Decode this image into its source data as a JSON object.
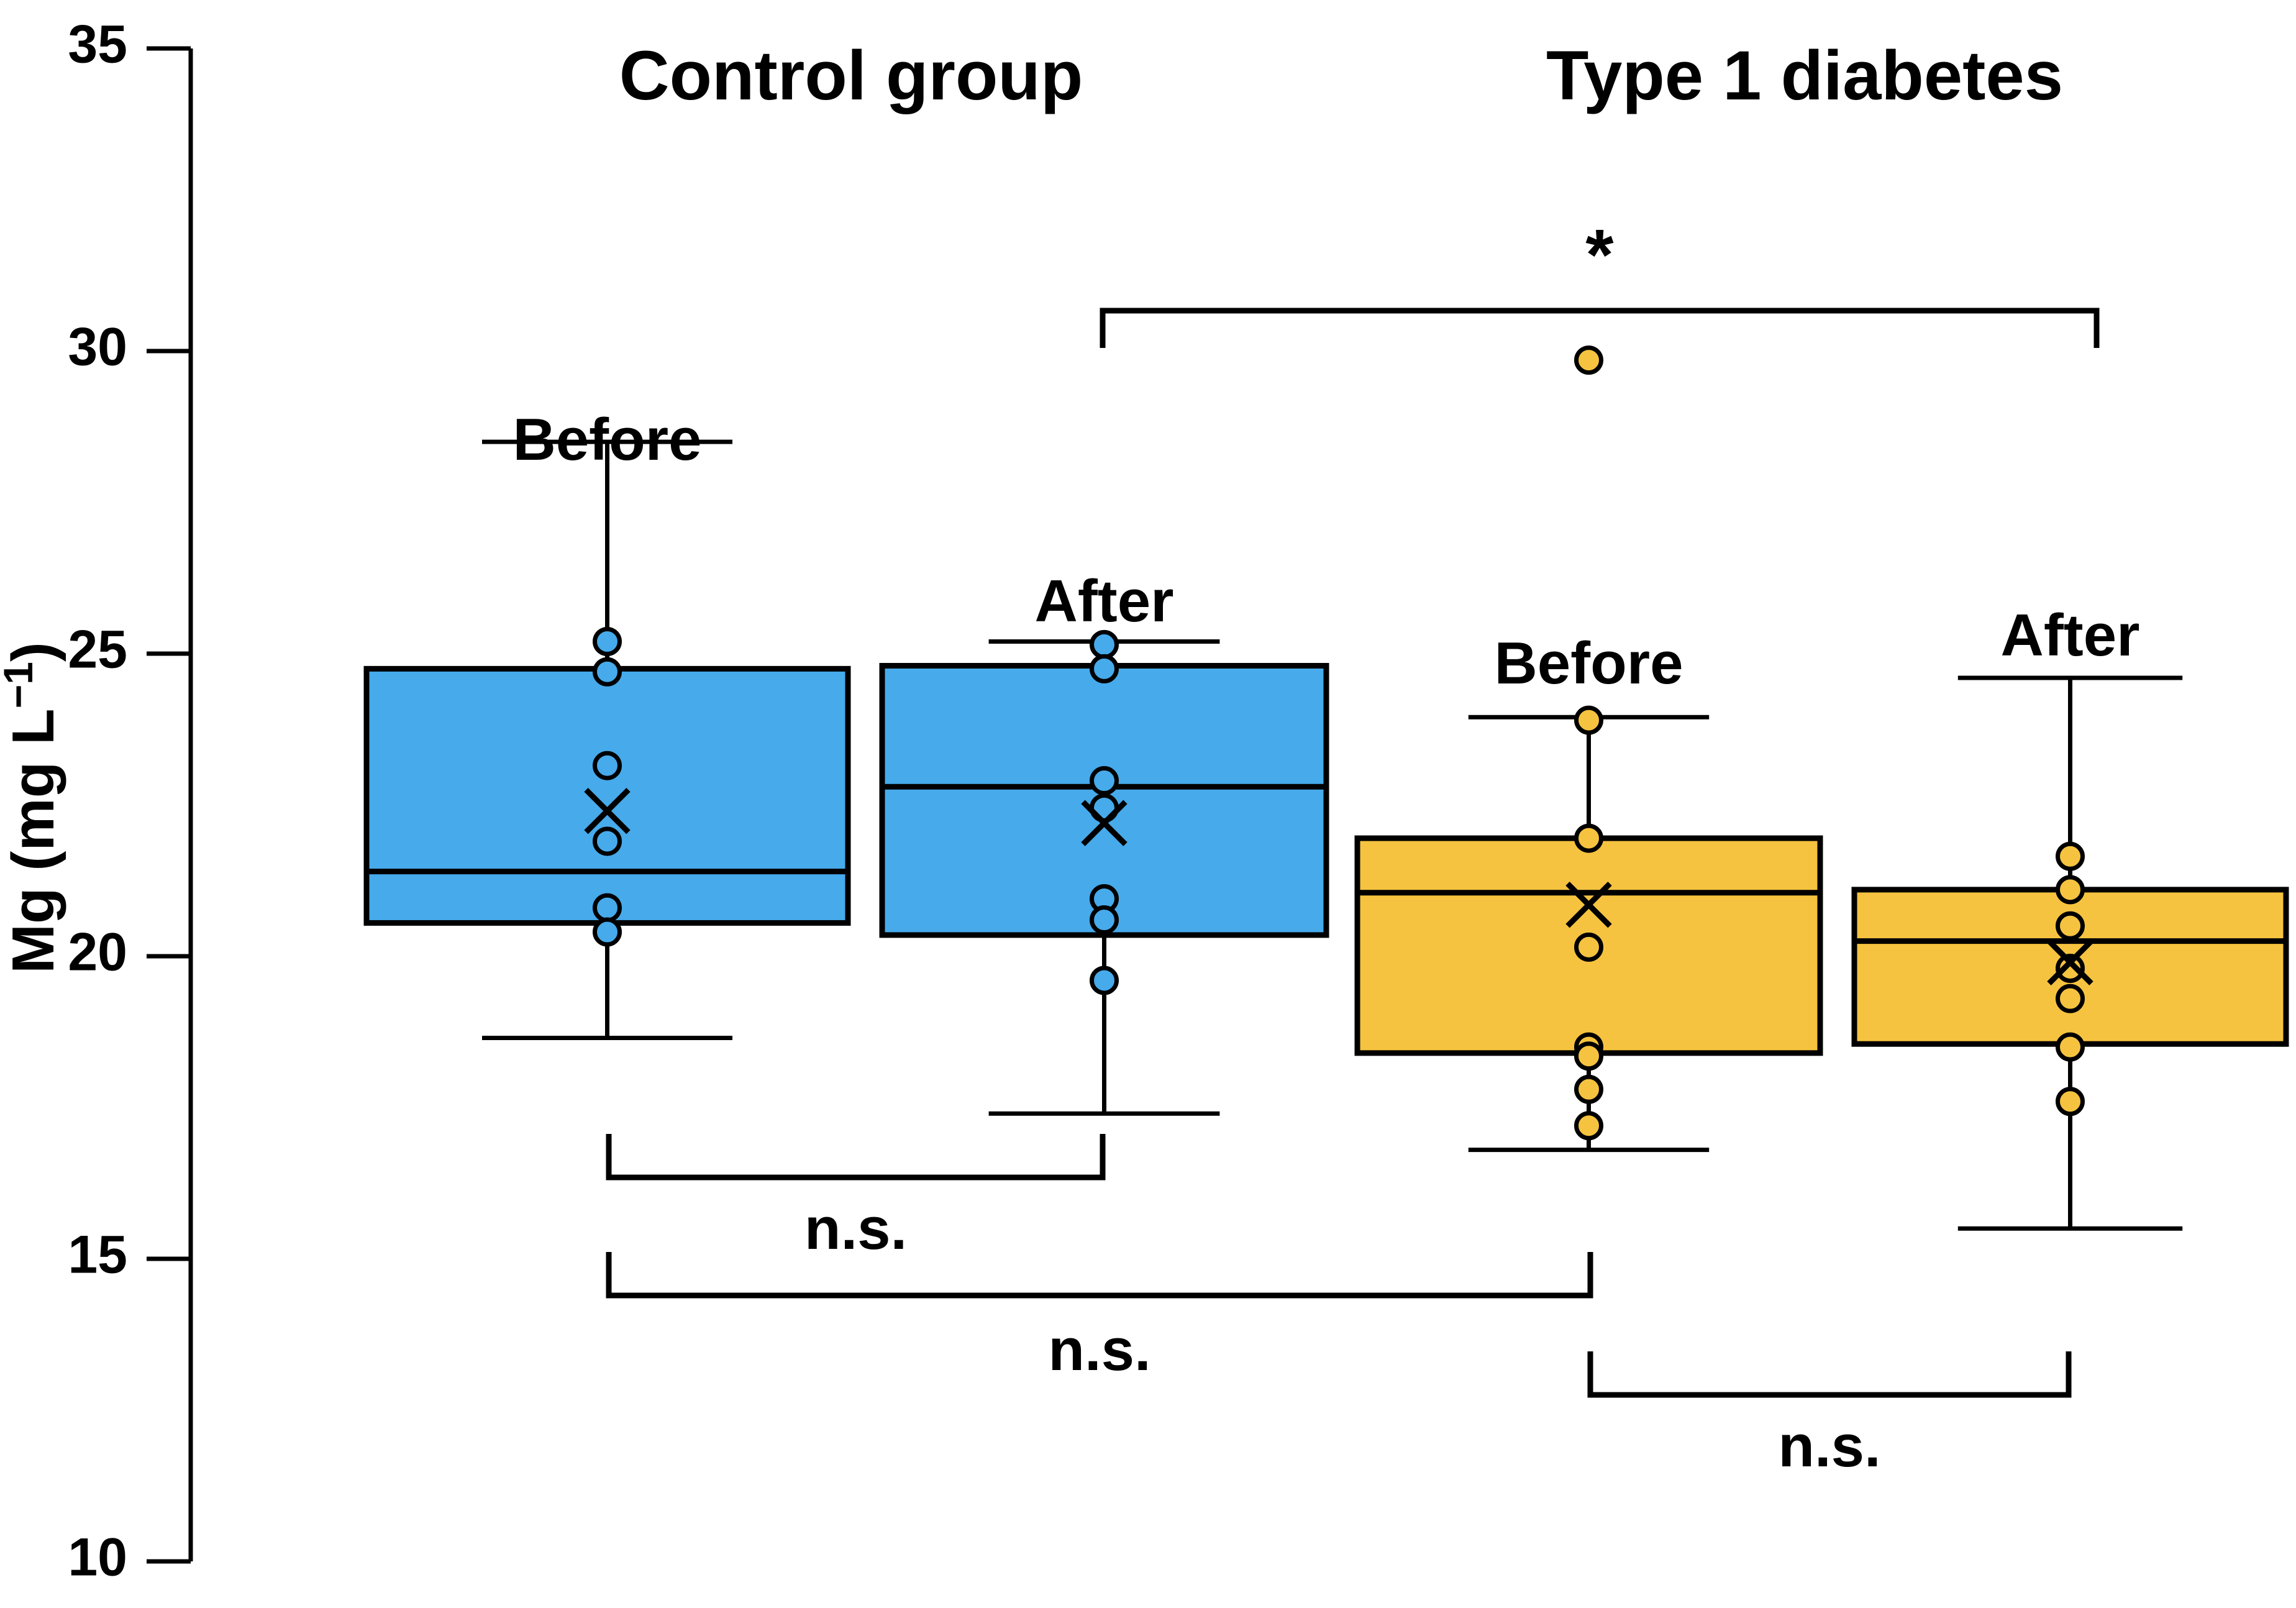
{
  "chart_data": {
    "type": "box",
    "title": "",
    "xlabel": "",
    "ylabel": "Mg (mg L−1)",
    "ylabel_parts": {
      "base": "Mg (mg L",
      "sup": "−1",
      "tail": ")"
    },
    "ylim": [
      10,
      35
    ],
    "yticks": [
      10,
      15,
      20,
      25,
      30,
      35
    ],
    "ytick_labels": [
      "10",
      "15",
      "20",
      "25",
      "30",
      "35"
    ],
    "grid": false,
    "legend": "none",
    "groups": [
      {
        "name": "Control group",
        "color": "#46AAEB"
      },
      {
        "name": "Type 1 diabetes",
        "color": "#F5C33F"
      }
    ],
    "boxes": [
      {
        "id": "control-before",
        "group": "Control group",
        "label": "Before",
        "color": "#46AAEB",
        "q1": 20.55,
        "median": 21.4,
        "q3": 24.75,
        "mean": 22.4,
        "whisker_low": 18.65,
        "whisker_high": 28.5,
        "points": [
          25.2,
          24.7,
          23.15,
          21.9,
          20.8,
          20.4
        ]
      },
      {
        "id": "control-after",
        "group": "Control group",
        "label": "After",
        "color": "#46AAEB",
        "q1": 20.35,
        "median": 22.8,
        "q3": 24.8,
        "mean": 22.2,
        "whisker_low": 17.4,
        "whisker_high": 25.2,
        "points": [
          25.15,
          24.75,
          22.9,
          22.45,
          20.95,
          20.6,
          19.6
        ]
      },
      {
        "id": "t1d-before",
        "group": "Type 1 diabetes",
        "label": "Before",
        "color": "#F5C33F",
        "q1": 18.4,
        "median": 21.05,
        "q3": 21.95,
        "mean": 20.85,
        "whisker_low": 16.8,
        "whisker_high": 23.95,
        "points": [
          29.85,
          23.9,
          21.95,
          20.15,
          18.5,
          18.35,
          17.8,
          17.2
        ]
      },
      {
        "id": "t1d-after",
        "group": "Type 1 diabetes",
        "label": "After",
        "color": "#F5C33F",
        "q1": 18.55,
        "median": 20.25,
        "q3": 21.1,
        "mean": 19.9,
        "whisker_low": 15.5,
        "whisker_high": 24.6,
        "points": [
          21.65,
          21.1,
          20.5,
          19.8,
          19.3,
          18.5,
          17.6
        ]
      }
    ],
    "annotations": [
      {
        "id": "sig-top-star",
        "label": "*",
        "from": "control-after",
        "to": "t1d-after",
        "kind": "star"
      },
      {
        "id": "sig-control-ba",
        "label": "n.s.",
        "from": "control-before",
        "to": "control-after",
        "kind": "ns"
      },
      {
        "id": "sig-before-before",
        "label": "n.s.",
        "from": "control-before",
        "to": "t1d-before",
        "kind": "ns"
      },
      {
        "id": "sig-t1d-ba",
        "label": "n.s.",
        "from": "t1d-before",
        "to": "t1d-after",
        "kind": "ns"
      }
    ]
  }
}
